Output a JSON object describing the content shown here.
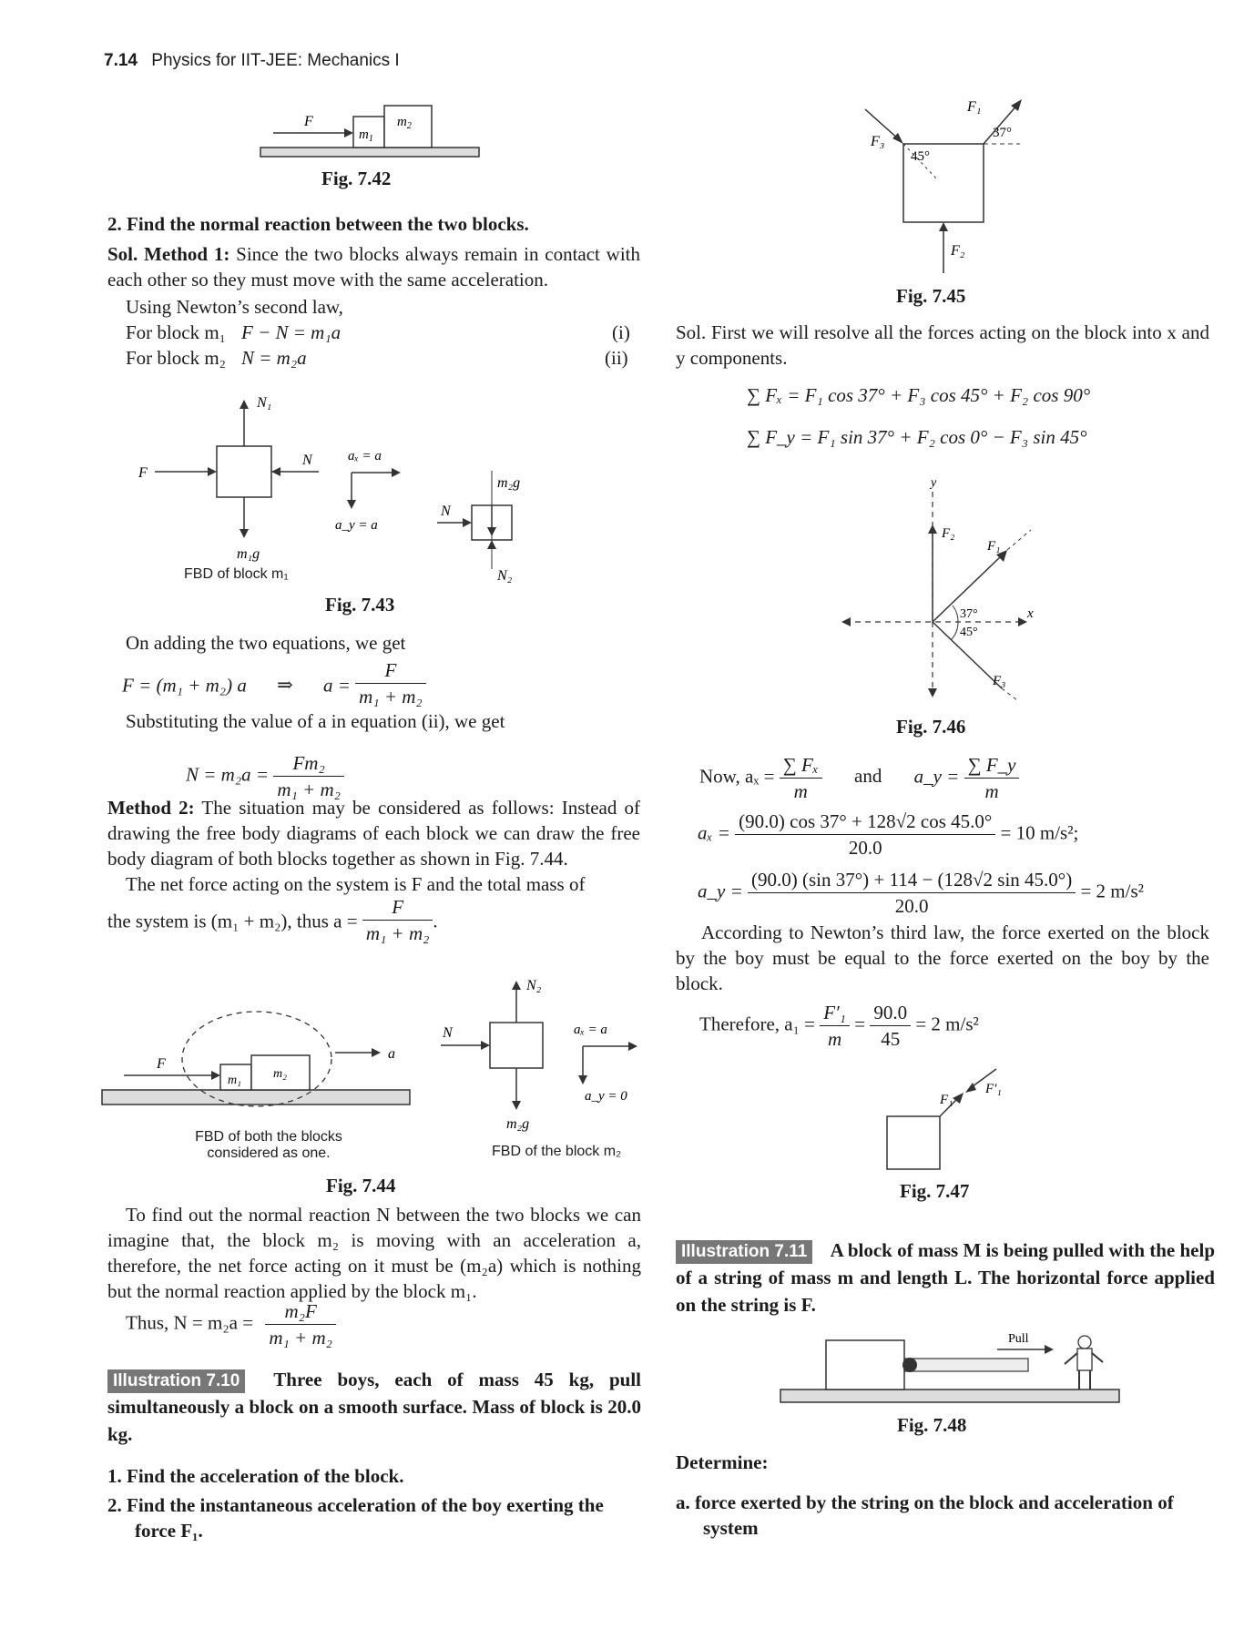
{
  "header": {
    "page_no": "7.14",
    "book": "Physics for IIT-JEE: Mechanics I"
  },
  "fig742": {
    "caption": "Fig. 7.42",
    "F": "F",
    "m1": "m",
    "m1s": "1",
    "m2": "m",
    "m2s": "2"
  },
  "q2": {
    "num": "2.",
    "text": "Find the normal reaction between the two blocks."
  },
  "method1": {
    "lead": "Sol. Method 1:",
    "text": "Since the two blocks always remain in contact with each other so they must move with the same acceleration.",
    "newton": "Using Newton’s second law,",
    "eq1_label": "For block m₁",
    "eq1": "F − N = m₁a",
    "eq1_tag": "(i)",
    "eq2_label": "For block m₂",
    "eq2": "N = m₂a",
    "eq2_tag": "(ii)"
  },
  "fig743": {
    "caption": "Fig. 7.43",
    "N1": "N₁",
    "F": "F",
    "N": "N",
    "ax": "aₓ = a",
    "ay": "a_y = a",
    "m1g": "m₁g",
    "fbd1": "FBD of block m₁",
    "m2g": "m₂g",
    "N2": "N₂",
    "Nr": "N"
  },
  "adding": {
    "text": "On adding the two equations, we get",
    "lhs": "F = (m₁ + m₂) a",
    "implies": "⇒",
    "a_eq": "a =",
    "num": "F",
    "den": "m₁ + m₂"
  },
  "subst": {
    "text": "Substituting the value of a in equation (ii), we get",
    "lhs": "N = m₂a =",
    "num": "Fm₂",
    "den": "m₁ + m₂"
  },
  "method2": {
    "lead": "Method 2:",
    "text": "The situation may be considered as follows: Instead of drawing the free body diagrams of each block we can draw the free body diagram of both blocks together as shown in Fig. 7.44.",
    "net": "The net force acting on the system is F and the total mass of",
    "system": "the system is (m₁ + m₂), thus a =",
    "num": "F",
    "den": "m₁ + m₂",
    "dot": "."
  },
  "fig744": {
    "caption": "Fig. 7.44",
    "F": "F",
    "a": "a",
    "m1": "m₁",
    "m2": "m₂",
    "fbd_both_1": "FBD of both the blocks",
    "fbd_both_2": "considered as one.",
    "N2": "N₂",
    "N": "N",
    "ax": "aₓ = a",
    "ay": "a_y = 0",
    "m2g": "m₂g",
    "fbd_m2": "FBD of the block m₂"
  },
  "normal": {
    "text": "To find out the normal reaction N between the two blocks we can imagine that, the block m₂ is moving with an acceleration a, therefore, the net force acting on it must be (m₂a) which is nothing but the normal reaction applied by the block m₁.",
    "thus": "Thus, N = m₂a =",
    "num": "m₂F",
    "den": "m₁ + m₂"
  },
  "ill710": {
    "badge": "Illustration 7.10",
    "text": "Three boys, each of mass 45 kg, pull simultaneously a block on a smooth surface. Mass of block is 20.0 kg.",
    "q1": "1. Find the acceleration of the block.",
    "q2": "2. Find the instantaneous acceleration of the boy exerting the force F₁."
  },
  "fig745": {
    "caption": "Fig. 7.45",
    "F1": "F₁",
    "F2": "F₂",
    "F3": "F₃",
    "a37": "37°",
    "a45": "45°"
  },
  "sol": {
    "text": "Sol. First we will resolve all the forces acting on the block into x and y components.",
    "sumx": "∑ Fₓ = F₁ cos 37° + F₃ cos 45° + F₂ cos 90°",
    "sumy": "∑ F_y = F₁ sin 37° + F₂ cos 0° − F₃ sin 45°"
  },
  "fig746": {
    "caption": "Fig. 7.46",
    "y": "y",
    "x": "x",
    "F1": "F₁",
    "F2": "F₂",
    "F3": "F₃",
    "a37": "37°",
    "a45": "45°"
  },
  "accel": {
    "now": "Now, aₓ =",
    "n1": "∑ Fₓ",
    "d1": "m",
    "and": "and",
    "ay": "a_y =",
    "n2": "∑ F_y",
    "d2": "m",
    "ax_lhs": "aₓ =",
    "ax_num": "(90.0) cos 37° + 128√2 cos 45.0°",
    "ax_den": "20.0",
    "ax_res": "= 10 m/s²;",
    "ay_lhs": "a_y =",
    "ay_num": "(90.0) (sin 37°) + 114 − (128√2 sin 45.0°)",
    "ay_den": "20.0",
    "ay_res": "= 2 m/s²"
  },
  "third": {
    "text": "According to Newton’s third law, the force exerted on the block by the boy must be equal to the force exerted on the boy by the block.",
    "therefore": "Therefore, a₁ =",
    "n1": "F′₁",
    "d1": "m",
    "eq": "=",
    "n2": "90.0",
    "d2": "45",
    "res": "= 2 m/s²"
  },
  "fig747": {
    "caption": "Fig. 7.47",
    "F1": "F₁",
    "F1p": "F′₁"
  },
  "ill711": {
    "badge": "Illustration 7.11",
    "text": "A block of mass M is being pulled with the help of a string of mass m and length L. The horizontal force applied on the string is F."
  },
  "fig748": {
    "caption": "Fig. 7.48",
    "pull": "Pull"
  },
  "determine": {
    "head": "Determine:",
    "a": "a. force exerted by the string on the block and acceleration of system"
  }
}
